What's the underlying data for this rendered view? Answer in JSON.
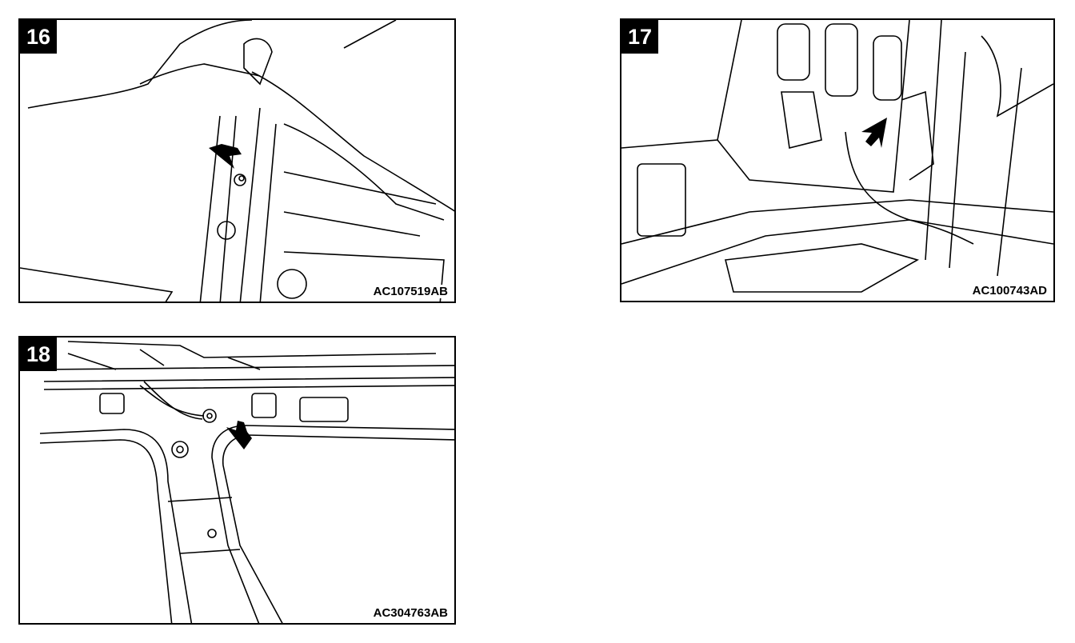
{
  "figures": [
    {
      "number": "16",
      "code": "AC107519AB"
    },
    {
      "number": "17",
      "code": "AC100743AD"
    },
    {
      "number": "18",
      "code": "AC304763AB"
    }
  ]
}
